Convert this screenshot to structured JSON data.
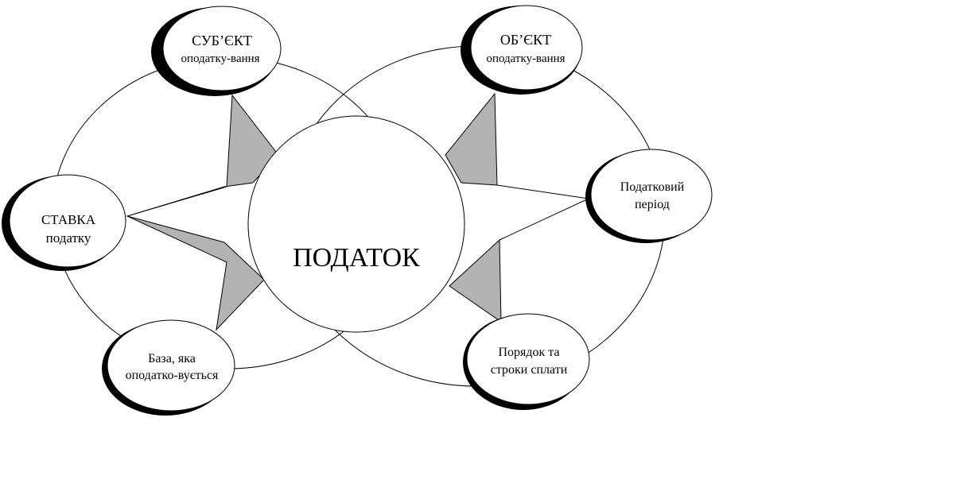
{
  "center": {
    "label": "ПОДАТОК"
  },
  "nodes": {
    "subject": {
      "line1": "СУБ’ЄКТ",
      "line2": "оподатку-вання"
    },
    "object": {
      "line1": "ОБ’ЄКТ",
      "line2": "оподатку-вання"
    },
    "rate": {
      "line1": "СТАВКА",
      "line2": "податку"
    },
    "period": {
      "line1": "Податковий",
      "line2": "період"
    },
    "base": {
      "line1": "База, яка",
      "line2": "оподатко-вується"
    },
    "payment": {
      "line1": "Порядок та",
      "line2": "строки сплати"
    }
  },
  "colors": {
    "star": "#b3b3b3",
    "shadow": "#000000",
    "line": "#000000",
    "fill": "#ffffff"
  }
}
